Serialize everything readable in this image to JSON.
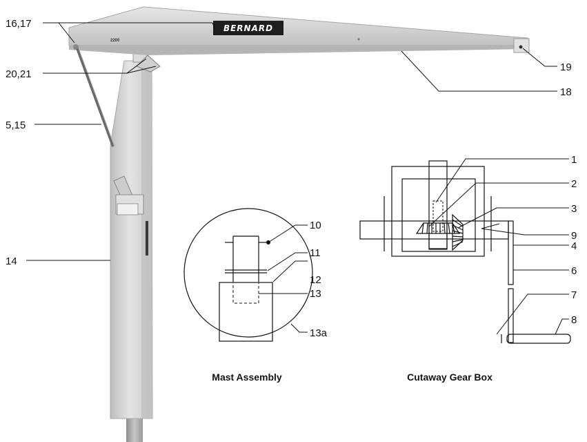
{
  "brand": {
    "logo_text": "BERNARD",
    "capacity_mark": "2200"
  },
  "callouts": {
    "c16_17": "16,17",
    "c20_21": "20,21",
    "c5_15": "5,15",
    "c14": "14",
    "c19": "19",
    "c18": "18",
    "c10": "10",
    "c11": "11",
    "c12": "12",
    "c13": "13",
    "c13a": "13a",
    "c1": "1",
    "c2": "2",
    "c3": "3",
    "c9": "9",
    "c4": "4",
    "c6": "6",
    "c7": "7",
    "c8": "8"
  },
  "captions": {
    "mast_assembly": "Mast Assembly",
    "gear_box": "Cutaway Gear Box"
  },
  "colors": {
    "metal_light": "#d9d9d9",
    "metal_mid": "#c4c4c4",
    "metal_dark": "#9e9e9e",
    "line": "#111111"
  }
}
